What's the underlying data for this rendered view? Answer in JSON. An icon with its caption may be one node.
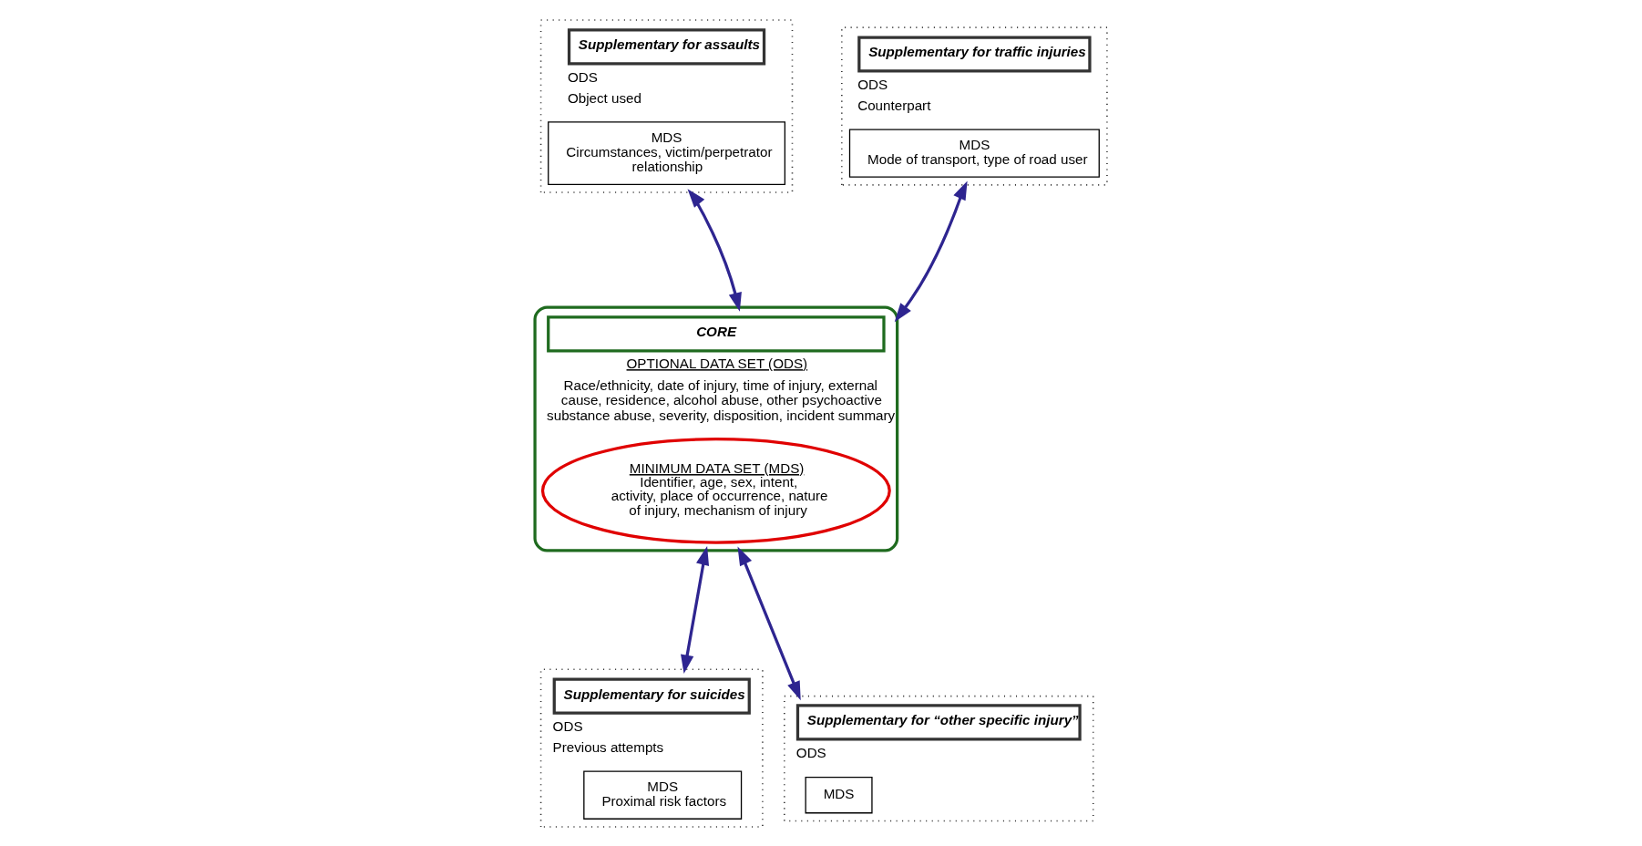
{
  "diagram": {
    "nodes": [
      {
        "text": [
          "Supplementary for assaults",
          "ODS",
          "Object used"
        ]
      },
      {
        "text": [
          "MDS",
          "Circumstances, victim/perpetrator relationship"
        ],
        "in": 0
      },
      {
        "text": [
          "Supplementary for traffic injuries",
          "ODS",
          "Counterpart"
        ]
      },
      {
        "text": [
          "MDS",
          "Mode of transport, type of road user"
        ],
        "in": 2
      },
      {
        "text": [
          "CORE",
          "OPTIONAL DATA SET (ODS)",
          "Race/ethnicity, date of injury, time of injury, external cause, residence, alcohol abuse, other psychoactive substance abuse, severity, disposition, incident summary"
        ]
      },
      {
        "text": [
          "MINIMUM DATA SET (MDS)",
          "Identifier, age, sex, intent, activity, place of occurrence, nature of injury, mechanism of injury"
        ],
        "in": 4
      },
      {
        "text": [
          "Supplementary for suicides",
          "ODS",
          "Previous attempts"
        ]
      },
      {
        "text": [
          "MDS",
          "Proximal risk factors"
        ],
        "in": 6
      },
      {
        "text": [
          "Supplementary for “other specific injury”",
          "ODS"
        ]
      },
      {
        "text": [
          "MDS"
        ],
        "in": 8
      }
    ],
    "edges": [
      {
        "from": 4,
        "to": 0,
        "arrow": "both"
      },
      {
        "from": 4,
        "to": 2,
        "arrow": "both"
      },
      {
        "from": 4,
        "to": 6,
        "arrow": "both"
      },
      {
        "from": 4,
        "to": 8,
        "arrow": "both"
      }
    ]
  }
}
